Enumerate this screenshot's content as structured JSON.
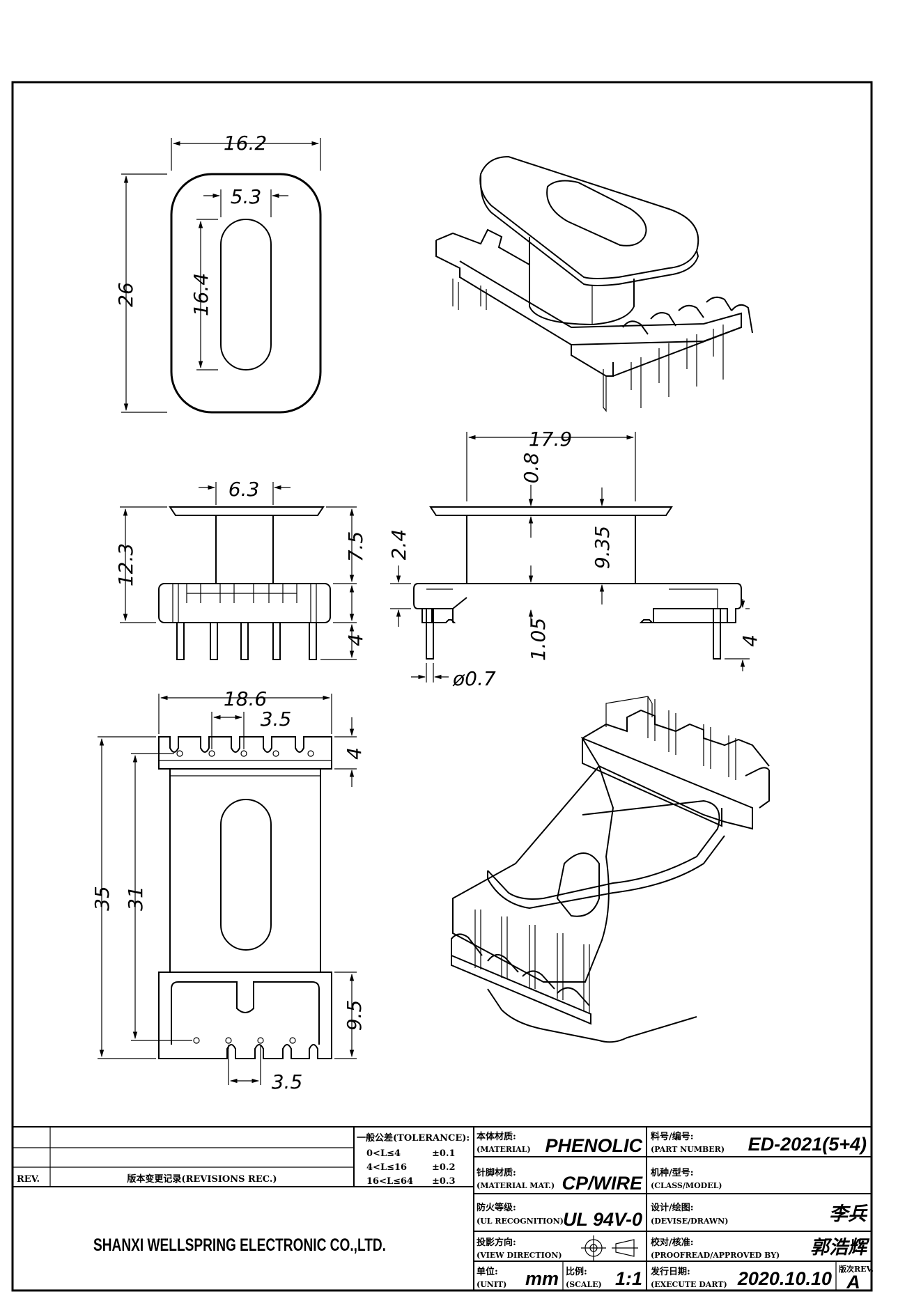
{
  "dimensions": {
    "top_width": "16.2",
    "top_slot_width": "5.3",
    "top_height": "26",
    "top_slot_length": "16.4",
    "side_core_width": "6.3",
    "side_total_height": "12.3",
    "side_flange_gap": "7.5",
    "side_pin_length": "4",
    "front_length": "17.9",
    "front_flange_thickness": "0.8",
    "front_base_height": "2.4",
    "front_winding_height": "9.35",
    "front_base_thickness": "1.05",
    "front_pin_length": "4",
    "pin_diameter": "ø0.7",
    "bottom_width": "18.6",
    "bottom_pitch_top": "3.5",
    "bottom_base_top": "4",
    "bottom_total_length": "35",
    "bottom_inner_length": "31",
    "bottom_base_bottom": "9.5",
    "bottom_pitch_bottom": "3.5"
  },
  "title_block": {
    "rev_label": "REV.",
    "revisions_label": "版本变更记录(REVISIONS REC.)",
    "tolerance_title": "一般公差(TOLERANCE):",
    "tol_row1_range": "0<L≤4",
    "tol_row1_value": "±0.1",
    "tol_row2_range": "4<L≤16",
    "tol_row2_value": "±0.2",
    "tol_row3_range": "16<L≤64",
    "tol_row3_value": "±0.3",
    "material_cn": "本体材质:",
    "material_en": "(MATERIAL)",
    "material_value": "PHENOLIC",
    "pin_material_cn": "针脚材质:",
    "pin_material_en": "(MATERIAL MAT.)",
    "pin_material_value": "CP/WIRE",
    "flame_cn": "防火等级:",
    "flame_en": "(UL RECOGNITION)",
    "flame_value": "UL 94V-0",
    "view_cn": "投影方向:",
    "view_en": "(VIEW DIRECTION)",
    "unit_cn": "单位:",
    "unit_en": "(UNIT)",
    "unit_value": "mm",
    "scale_cn": "比例:",
    "scale_en": "(SCALE)",
    "scale_value": "1:1",
    "part_cn": "料号/编号:",
    "part_en": "(PART NUMBER)",
    "part_value": "ED-2021(5+4)",
    "class_cn": "机种/型号:",
    "class_en": "(CLASS/MODEL)",
    "drawn_cn": "设计/绘图:",
    "drawn_en": "(DEVISE/DRAWN)",
    "drawn_value": "李兵",
    "approved_cn": "校对/核准:",
    "approved_en": "(PROOFREAD/APPROVED BY)",
    "approved_value": "郭浩辉",
    "date_cn": "发行日期:",
    "date_en": "(EXECUTE DART)",
    "date_value": "2020.10.10",
    "rev2_cn": "版次REV.",
    "rev2_value": "A",
    "company": "SHANXI WELLSPRING ELECTRONIC CO.,LTD."
  }
}
